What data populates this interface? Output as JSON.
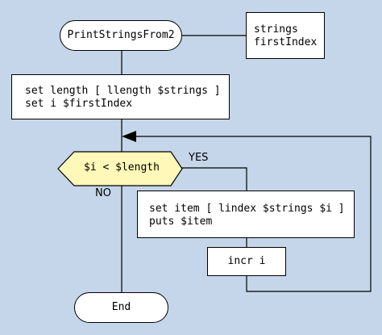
{
  "diagram": {
    "start_label": "PrintStringsFrom2",
    "params": [
      "strings",
      "firstIndex"
    ],
    "init": [
      "set length [ llength $strings ]",
      "set i $firstIndex"
    ],
    "condition": "$i < $length",
    "yes_label": "YES",
    "no_label": "NO",
    "body": [
      "set item [ lindex $strings $i ]",
      "puts $item"
    ],
    "increment": "incr i",
    "end_label": "End"
  },
  "colors": {
    "background": "#c5d6ea",
    "node_fill": "#ffffff",
    "decision_fill": "#fff8b8",
    "line": "#000000"
  }
}
